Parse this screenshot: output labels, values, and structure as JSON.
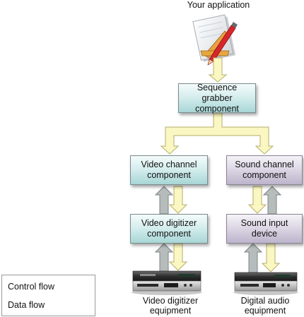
{
  "header": {
    "app_label": "Your application"
  },
  "nodes": {
    "sequence_grabber": [
      "Sequence",
      "grabber component"
    ],
    "video_channel": [
      "Video channel",
      "component"
    ],
    "sound_channel": [
      "Sound channel",
      "component"
    ],
    "video_digitizer": [
      "Video digitizer",
      "component"
    ],
    "sound_input": [
      "Sound input",
      "device"
    ]
  },
  "equipment": {
    "video": [
      "Video digitizer",
      "equipment"
    ],
    "audio": [
      "Digital audio",
      "equipment"
    ]
  },
  "legend": {
    "control_flow": "Control flow",
    "data_flow": "Data flow"
  },
  "colors": {
    "control_arrow_fill": "#fbf7c2",
    "control_arrow_stroke": "#b6ae6e",
    "data_arrow_fill": "#b6bcbc",
    "data_arrow_stroke": "#7c8484",
    "component_box": "#cfeaea",
    "device_box": "#d8d2e2"
  },
  "icons": [
    "application-icon",
    "vcr-device-icon"
  ]
}
